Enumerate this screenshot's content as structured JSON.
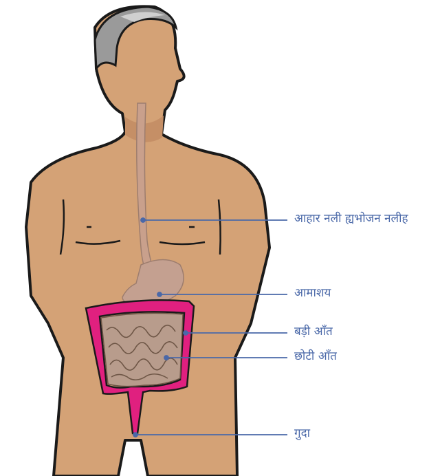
{
  "labels": {
    "esophagus": "आहार नली ह्यभोजन नलीह",
    "stomach": "आमाशय",
    "large_intestine": "बड़ी आँत",
    "small_intestine": "छोटी आँत",
    "anus": "गुदा"
  },
  "colors": {
    "skin": "#d4a276",
    "skin_shadow": "#c58f66",
    "hair": "#9a9a9a",
    "hair_light": "#cfcfcf",
    "outline": "#1a1a1a",
    "esophagus": "#c9a08c",
    "stomach": "#c4a090",
    "small_intestine": "#b89c8c",
    "large_intestine": "#e0207f",
    "leader_line": "#4a68a8",
    "label_text": "#4a68a8"
  }
}
